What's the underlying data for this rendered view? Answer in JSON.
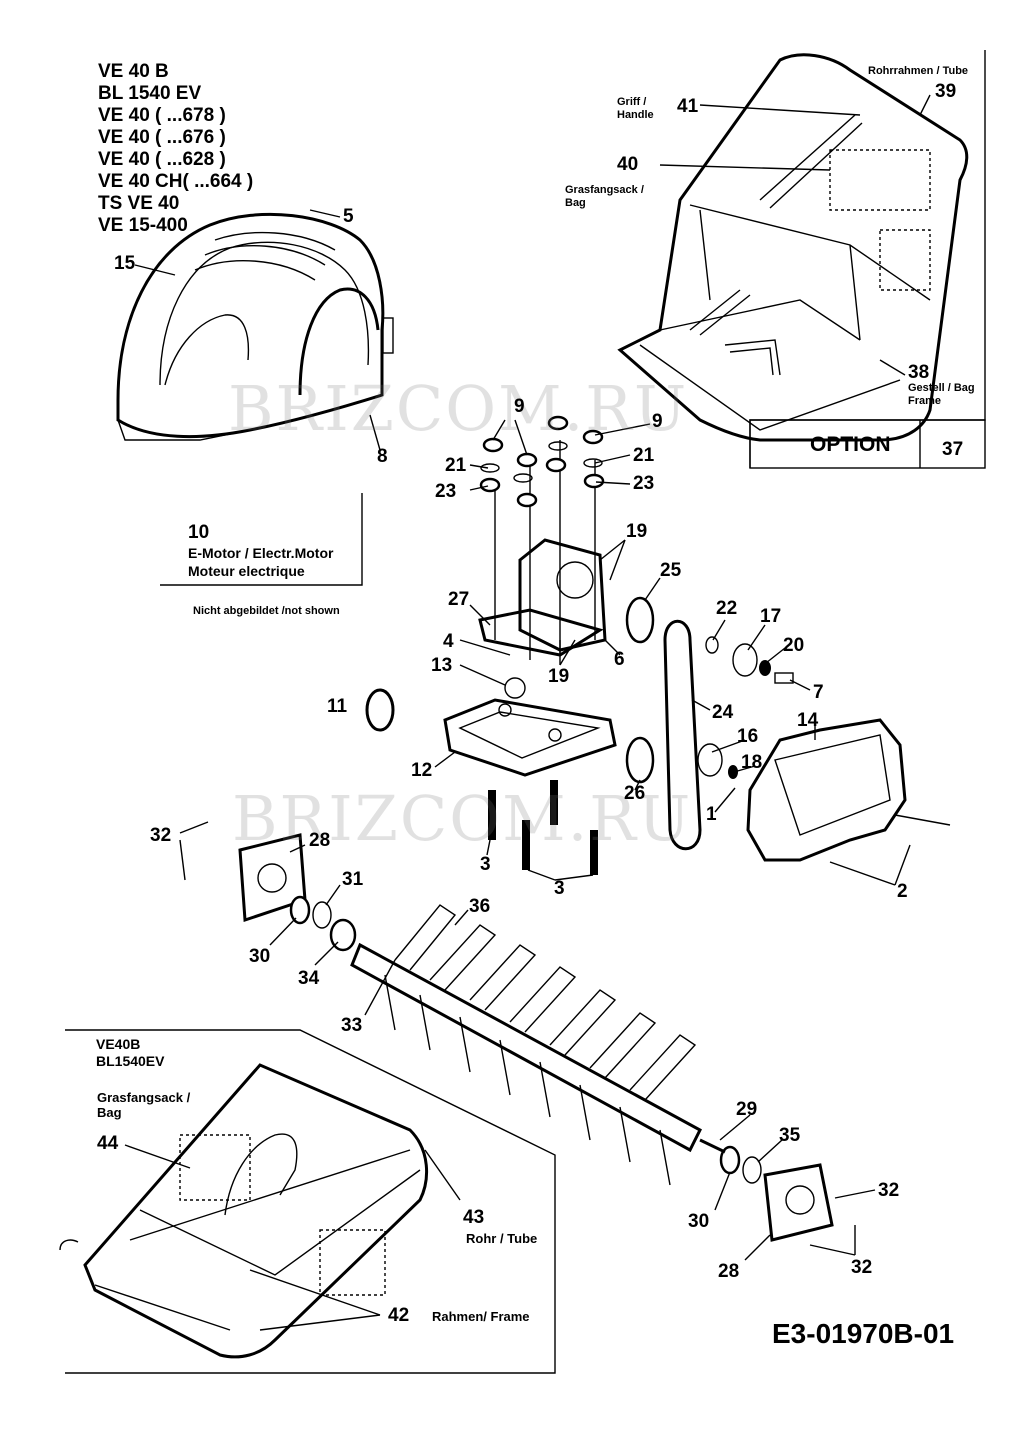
{
  "models": [
    "VE 40 B",
    "BL 1540 EV",
    "VE 40 ( ...678 )",
    "VE 40 ( ...676 )",
    "VE 40 ( ...628 )",
    "VE 40 CH( ...664 )",
    "TS VE 40",
    "VE 15-400"
  ],
  "watermark": "BRIZCOM.RU",
  "option_box": {
    "label": "OPTION",
    "number": "37",
    "label_39": "Rohrrahmen / Tube",
    "label_41": "Griff / Handle",
    "label_40": "Grasfangsack / Bag",
    "label_38": "Gestell / Bag Frame"
  },
  "motor_box": {
    "number": "10",
    "line1": "E-Motor / Electr.Motor",
    "line2": "Moteur electrique",
    "note": "Nicht abgebildet /not shown"
  },
  "bag_box": {
    "models": [
      "VE40B",
      "BL1540EV"
    ],
    "bag_label": "Grasfangsack / Bag",
    "tube_label": "Rohr / Tube",
    "frame_label": "Rahmen/ Frame"
  },
  "drawing_code": "E3-01970B-01",
  "parts": {
    "p1": "1",
    "p2": "2",
    "p3a": "3",
    "p3b": "3",
    "p4": "4",
    "p5": "5",
    "p6": "6",
    "p7": "7",
    "p8": "8",
    "p9a": "9",
    "p9b": "9",
    "p11": "11",
    "p12": "12",
    "p13": "13",
    "p14": "14",
    "p15": "15",
    "p16": "16",
    "p17": "17",
    "p18": "18",
    "p19a": "19",
    "p19b": "19",
    "p20": "20",
    "p21a": "21",
    "p21b": "21",
    "p22": "22",
    "p23a": "23",
    "p23b": "23",
    "p24": "24",
    "p25": "25",
    "p26": "26",
    "p27": "27",
    "p28a": "28",
    "p28b": "28",
    "p29": "29",
    "p30a": "30",
    "p30b": "30",
    "p31": "31",
    "p32a": "32",
    "p32b": "32",
    "p32c": "32",
    "p33": "33",
    "p34": "34",
    "p35": "35",
    "p36": "36",
    "p38": "38",
    "p39": "39",
    "p40": "40",
    "p41": "41",
    "p42": "42",
    "p43": "43",
    "p44": "44"
  }
}
